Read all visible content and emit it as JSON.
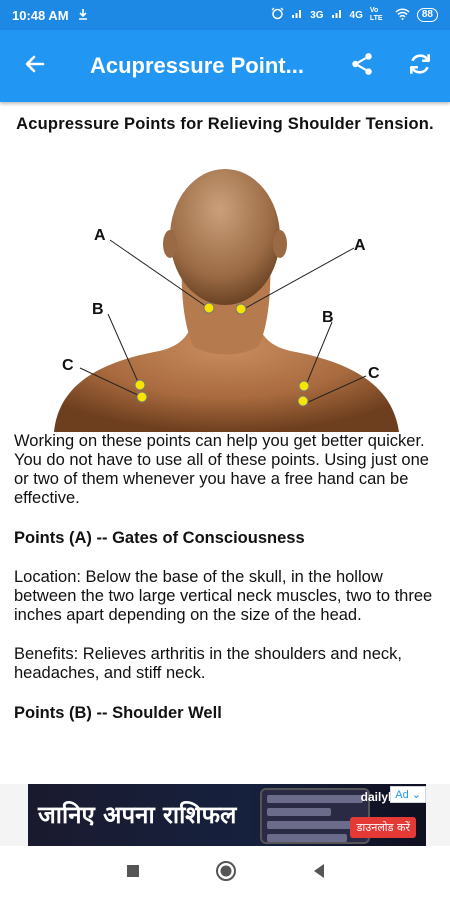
{
  "status_bar": {
    "time": "10:48 AM",
    "network_1": "3G",
    "network_2": "4G",
    "volte": "Vo LTE",
    "battery": "88"
  },
  "app_bar": {
    "title": "Acupressure Point...",
    "icons": [
      "back-arrow-icon",
      "share-icon",
      "refresh-icon"
    ]
  },
  "article": {
    "heading": "Acupressure Points for Relieving Shoulder Tension.",
    "figure_labels": {
      "left_a": "A",
      "right_a": "A",
      "left_b": "B",
      "right_b": "B",
      "left_c": "C",
      "right_c": "C"
    },
    "paragraphs": [
      "Working on these points can help you get better quicker. You do not have to use all of these points. Using just one or two of them whenever you have a free hand can be effective.",
      "Location: Below the base of the skull, in the hollow between the two large vertical neck muscles, two to three inches apart depending on the size of the head.",
      "Benefits: Relieves arthritis in the shoulders and neck, headaches, and stiff neck."
    ],
    "subheadings": [
      "Points (A) -- Gates of Consciousness",
      "Points (B) -- Shoulder Well"
    ]
  },
  "ad": {
    "headline": "जानिए अपना राशिफल",
    "brand": "dailyhunt",
    "cta": "डाउनलोड करें",
    "badge": "Ad"
  },
  "colors": {
    "app_bar": "#2196f3",
    "status_bar": "#1e88e5",
    "point_marker": "#f7e500"
  }
}
